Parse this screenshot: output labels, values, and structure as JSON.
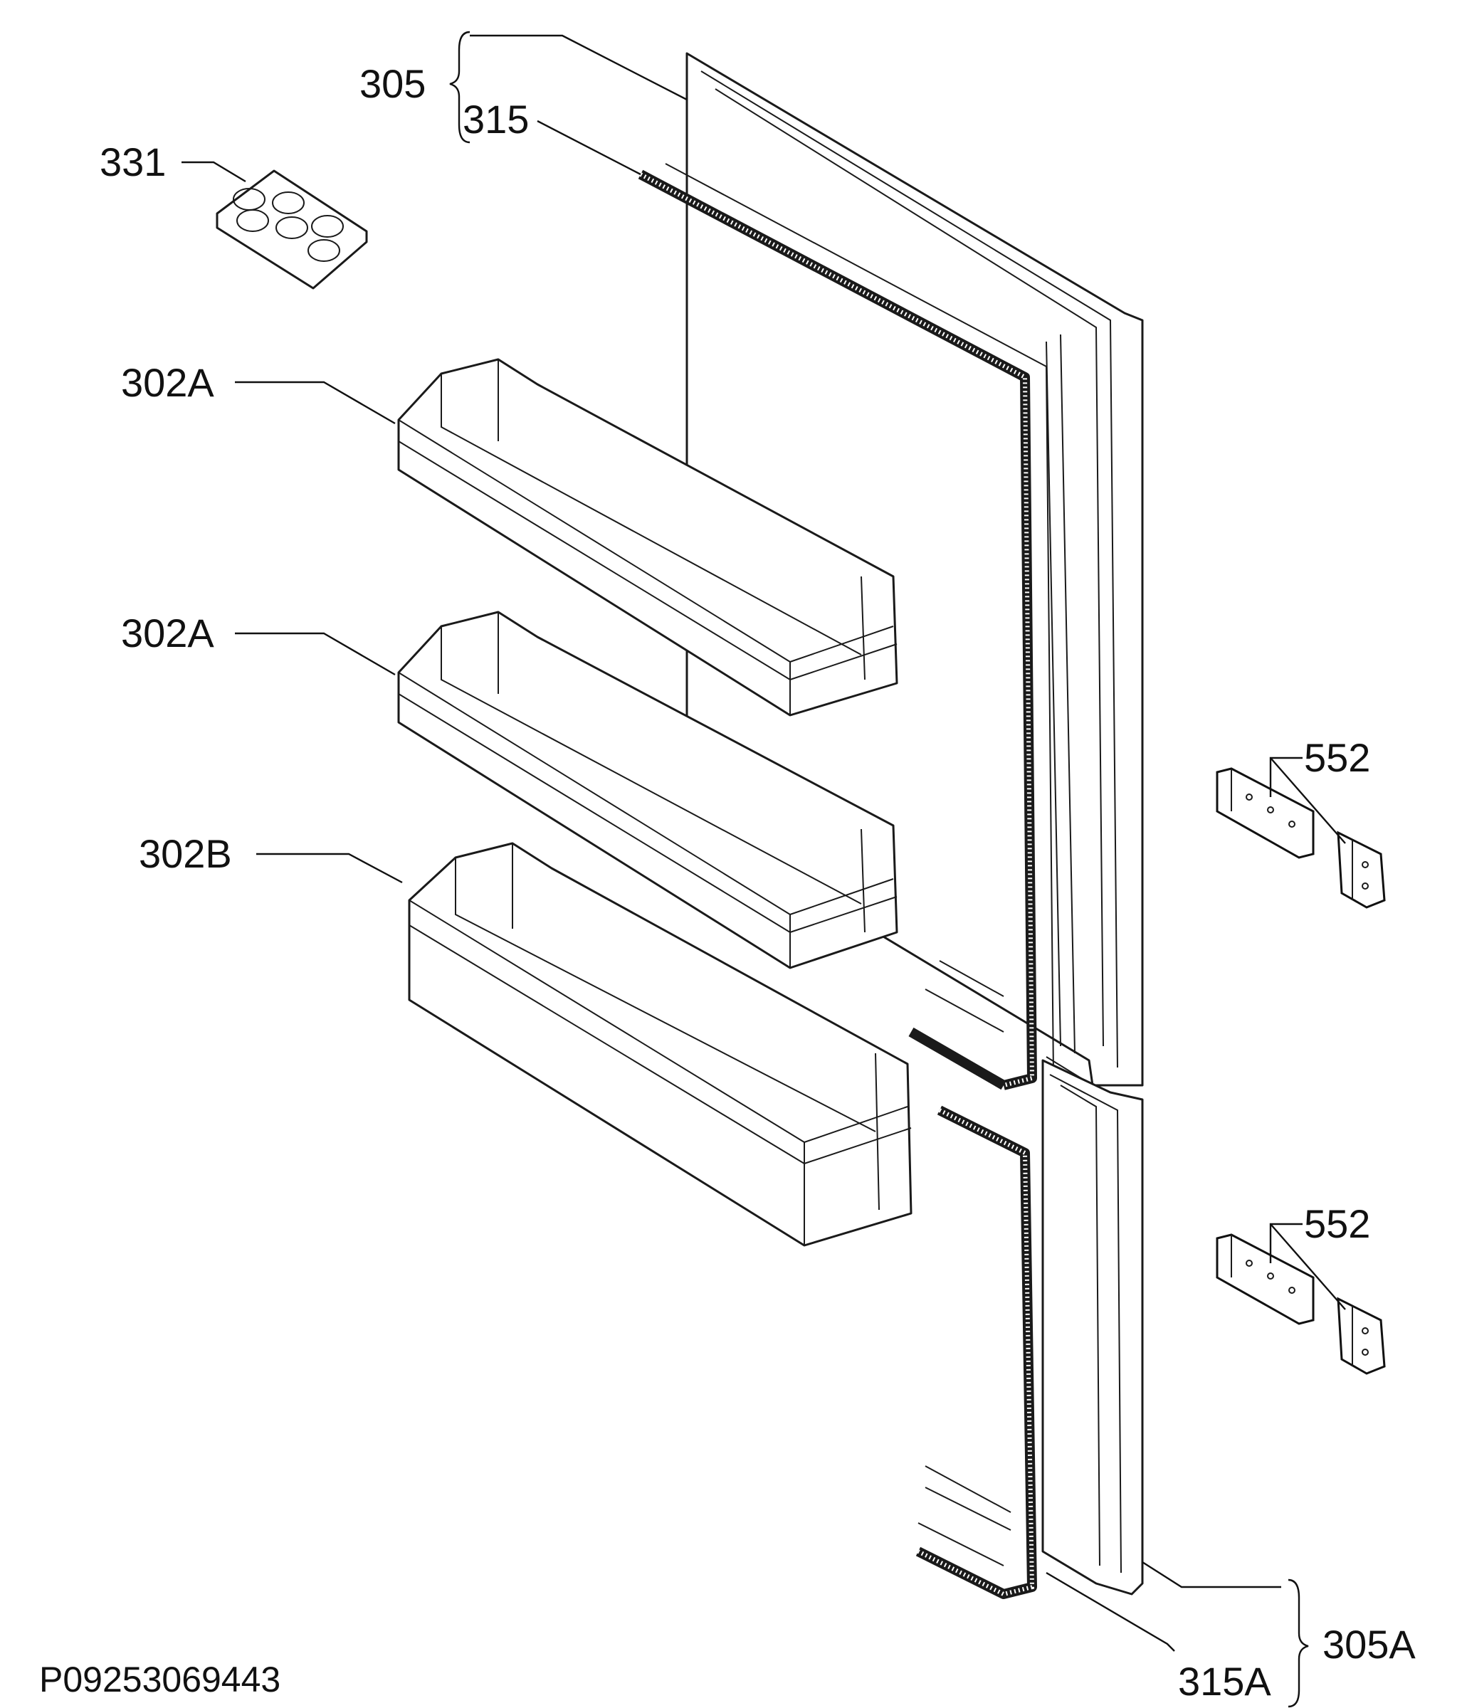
{
  "labels": {
    "door_upper": "305",
    "gasket_upper": "315",
    "egg_tray": "331",
    "shelf_top": "302A",
    "shelf_middle": "302A",
    "shelf_bottom": "302B",
    "hinge_upper": "552",
    "hinge_lower": "552",
    "door_lower": "305A",
    "gasket_lower": "315A"
  },
  "reference_code": "P09253069443",
  "colors": {
    "line": "#1a1a1a",
    "background": "#ffffff"
  }
}
